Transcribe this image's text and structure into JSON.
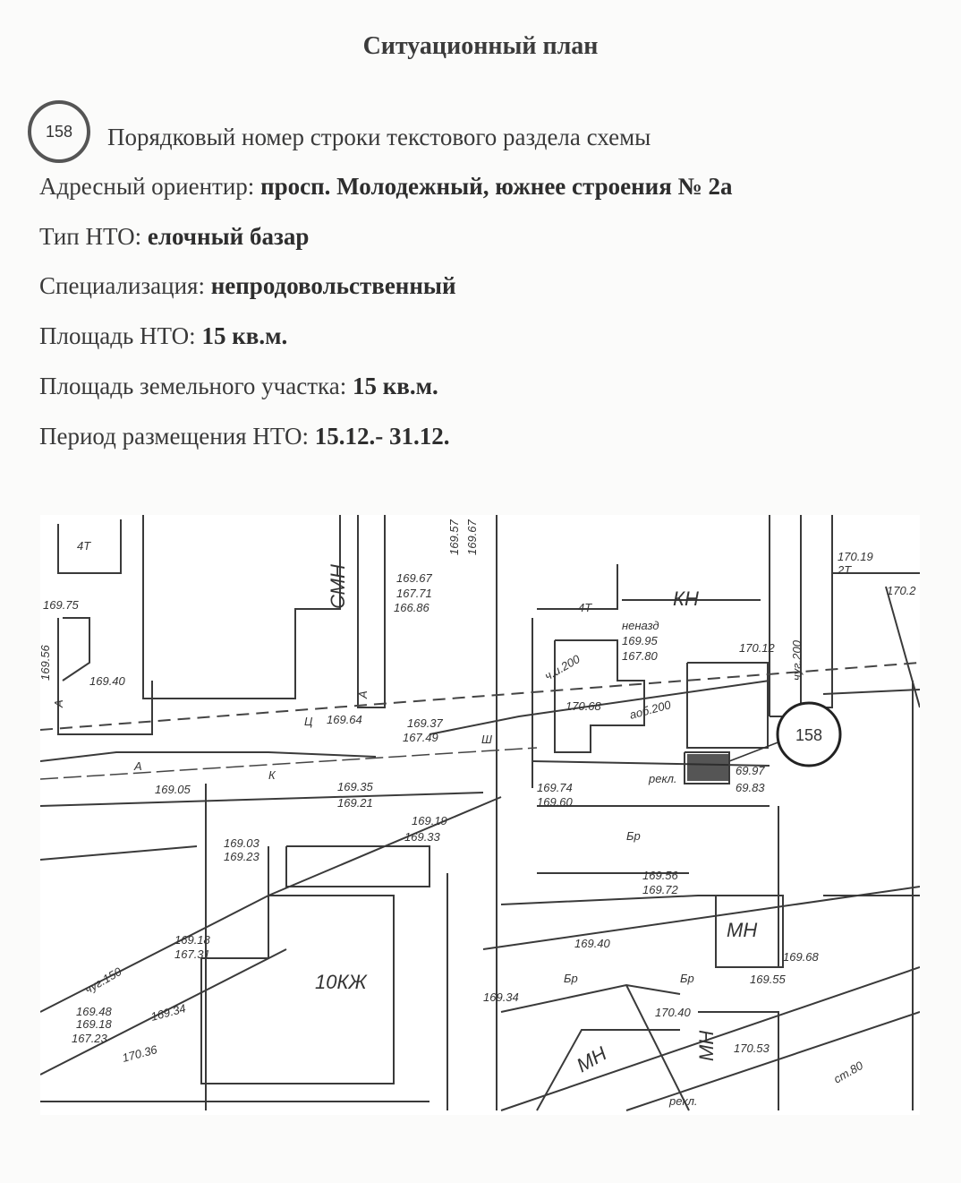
{
  "title": "Ситуационный план",
  "legend": {
    "badge": "158",
    "text": "Порядковый номер строки текстового раздела схемы"
  },
  "fields": [
    {
      "label": "Адресный ориентир: ",
      "value": "просп. Молодежный, южнее строения № 2а"
    },
    {
      "label": "Тип НТО: ",
      "value": "елочный базар"
    },
    {
      "label": "Специализация: ",
      "value": "непродовольственный"
    },
    {
      "label": "Площадь НТО: ",
      "value": "15 кв.м."
    },
    {
      "label": "Площадь земельного участка: ",
      "value": "15 кв.м."
    },
    {
      "label": "Период размещения НТО: ",
      "value": "15.12.- 31.12."
    }
  ],
  "map": {
    "marker": "158",
    "labels": [
      "169.75",
      "169.56",
      "169.40",
      "169.64",
      "169.37",
      "167.49",
      "169.67",
      "167.71",
      "166.86",
      "СМН",
      "169.57",
      "169.67",
      "КН",
      "170.12",
      "170.68",
      "ч.и.200",
      "аоб.200",
      "неназд",
      "169.95",
      "167.80",
      "69.97",
      "69.83",
      "рекл.",
      "169.74",
      "169.60",
      "Бр",
      "169.05",
      "169.35",
      "169.21",
      "169.19",
      "169.33",
      "169.03",
      "169.23",
      "169.56",
      "169.72",
      "МН",
      "169.40",
      "169.68",
      "169.55",
      "Бр",
      "Бр",
      "10КЖ",
      "169.18",
      "167.31",
      "169.48",
      "169.18",
      "167.23",
      "169.34",
      "170.36",
      "169.34",
      "170.40",
      "МН",
      "МН",
      "170.53",
      "ст.80",
      "рекл.",
      "чуг.150",
      "Ш",
      "4Т",
      "4Т",
      "2Т",
      "170.19",
      "170.2",
      "чуг.200",
      "А",
      "А",
      "А",
      "Ц",
      "К"
    ]
  }
}
